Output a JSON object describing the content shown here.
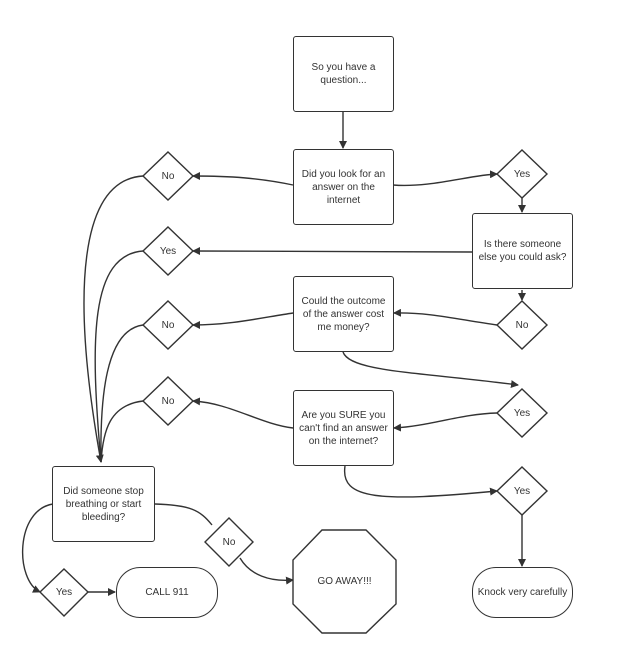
{
  "nodes": {
    "start": "So you have a question...",
    "looked": "Did you look for an answer on the internet",
    "someone": "Is there someone else you could ask?",
    "cost": "Could the outcome of the answer cost me money?",
    "sure": "Are you SURE you can't find an answer on the internet?",
    "breathing": "Did someone stop breathing or start bleeding?",
    "call": "CALL 911",
    "goaway": "GO AWAY!!!",
    "knock": "Knock very carefully"
  },
  "decisions": {
    "d_looked_no": "No",
    "d_looked_yes": "Yes",
    "d_someone_yes": "Yes",
    "d_someone_no": "No",
    "d_cost_no": "No",
    "d_cost_yes": "Yes",
    "d_sure_no": "No",
    "d_sure_yes": "Yes",
    "d_breath_no": "No",
    "d_breath_yes": "Yes"
  },
  "colors": {
    "stroke": "#333333",
    "text": "#333333",
    "background": "#ffffff"
  }
}
